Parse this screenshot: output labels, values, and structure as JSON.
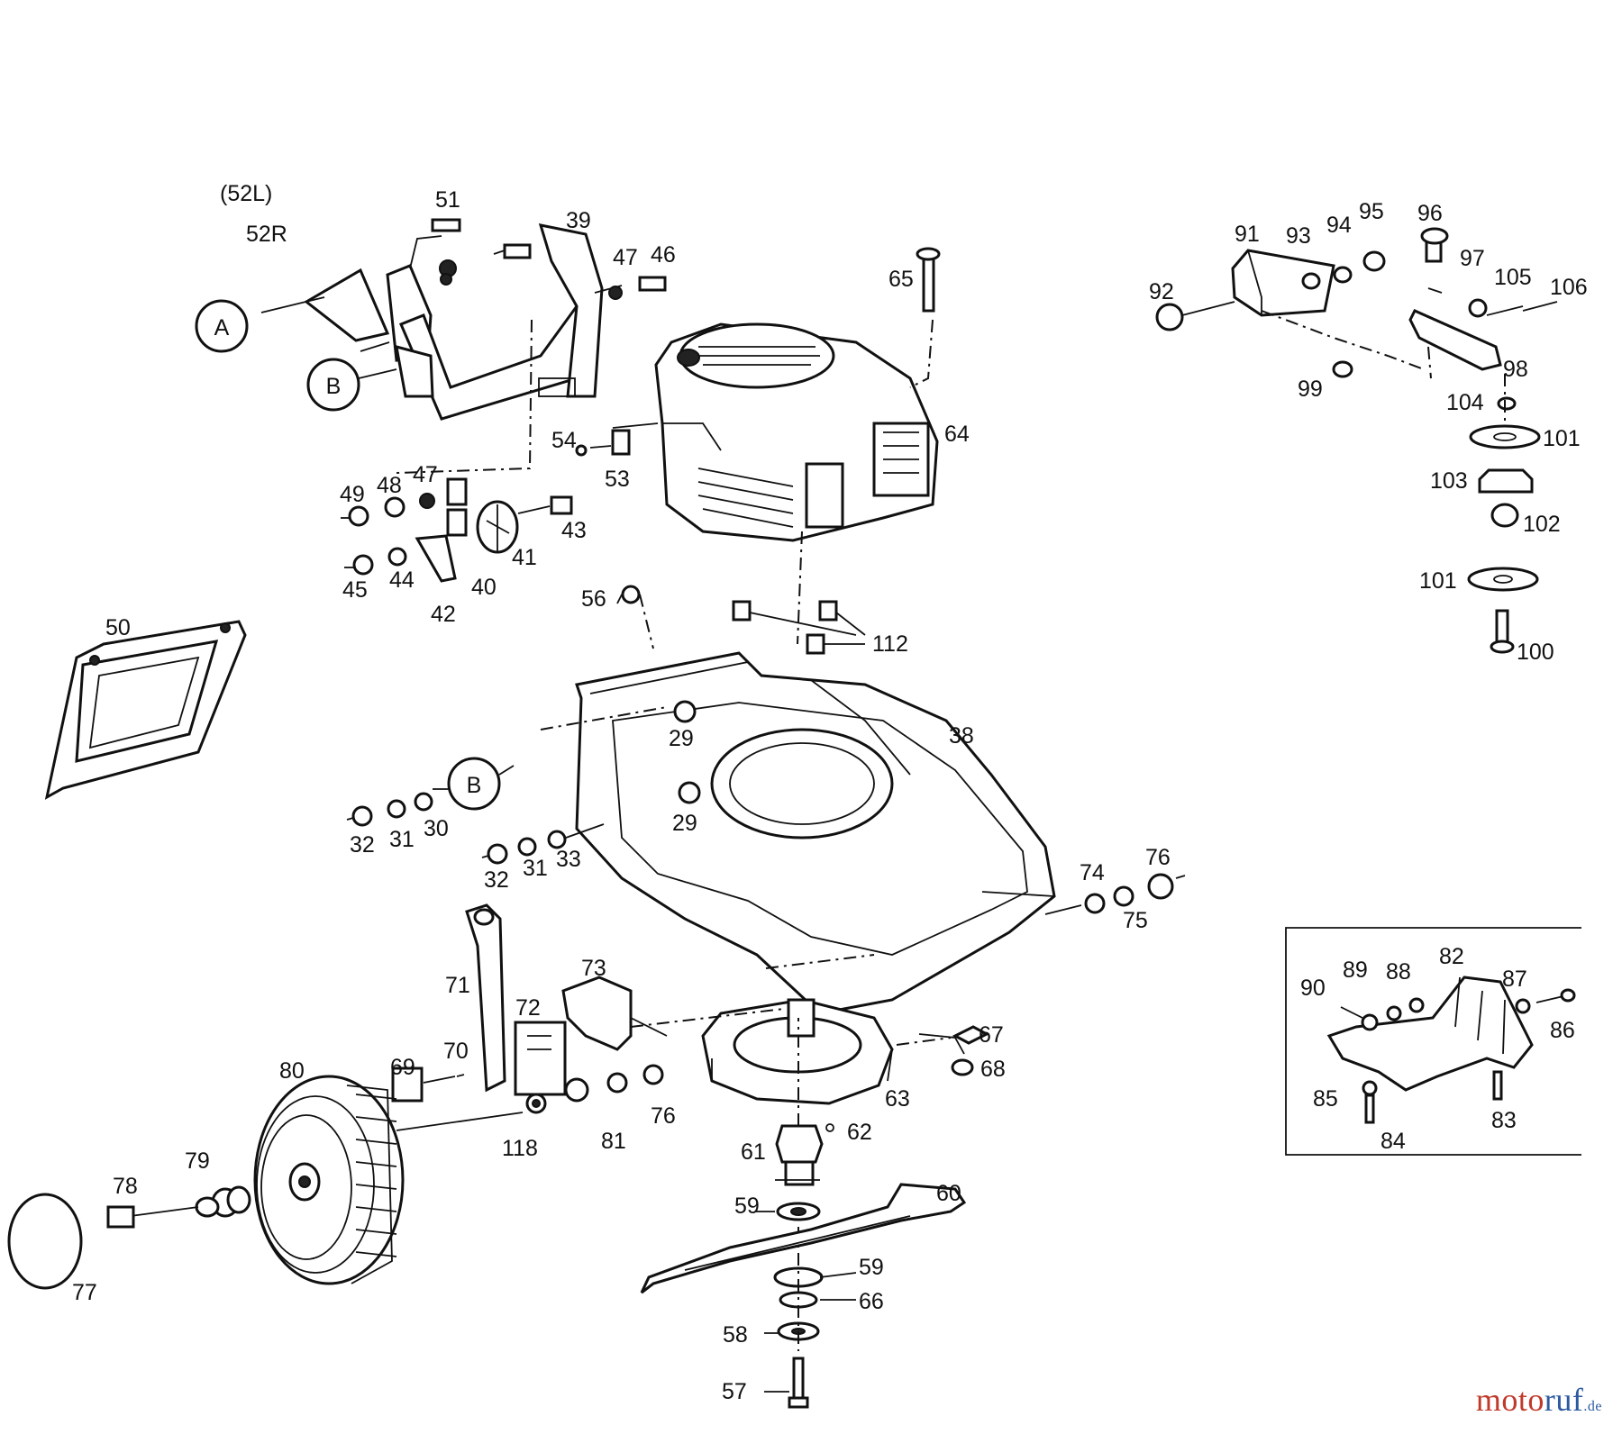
{
  "diagram": {
    "variant_label": "(52L)",
    "callouts": {
      "a": "A",
      "b": "B"
    },
    "part_labels": {
      "p29a": "29",
      "p29b": "29",
      "p30": "30",
      "p31a": "31",
      "p31b": "31",
      "p32a": "32",
      "p32b": "32",
      "p33": "33",
      "p38": "38",
      "p39": "39",
      "p40": "40",
      "p41": "41",
      "p42": "42",
      "p43": "43",
      "p44": "44",
      "p45": "45",
      "p46": "46",
      "p47a": "47",
      "p47b": "47",
      "p48": "48",
      "p49": "49",
      "p50": "50",
      "p51": "51",
      "p52r": "52R",
      "p53": "53",
      "p54": "54",
      "p56": "56",
      "p57": "57",
      "p58": "58",
      "p59a": "59",
      "p59b": "59",
      "p60": "60",
      "p61": "61",
      "p62": "62",
      "p63": "63",
      "p64": "64",
      "p65": "65",
      "p66": "66",
      "p67": "67",
      "p68": "68",
      "p69": "69",
      "p70": "70",
      "p71": "71",
      "p72": "72",
      "p73": "73",
      "p74": "74",
      "p75": "75",
      "p76a": "76",
      "p76b": "76",
      "p77": "77",
      "p78": "78",
      "p79": "79",
      "p80": "80",
      "p81": "81",
      "p82": "82",
      "p83": "83",
      "p84": "84",
      "p85": "85",
      "p86": "86",
      "p87": "87",
      "p88": "88",
      "p89": "89",
      "p90": "90",
      "p91": "91",
      "p92": "92",
      "p93": "93",
      "p94": "94",
      "p95": "95",
      "p96": "96",
      "p97": "97",
      "p98": "98",
      "p99": "99",
      "p100": "100",
      "p101a": "101",
      "p101b": "101",
      "p102": "102",
      "p103": "103",
      "p104": "104",
      "p105": "105",
      "p106": "106",
      "p112": "112",
      "p118": "118"
    }
  },
  "watermark": {
    "brand": "moto",
    "brand_accent": "ruf",
    "tld": ".de"
  },
  "colors": {
    "line": "#111111",
    "watermark_red": "#c0392b",
    "watermark_blue": "#2c5aa0"
  }
}
